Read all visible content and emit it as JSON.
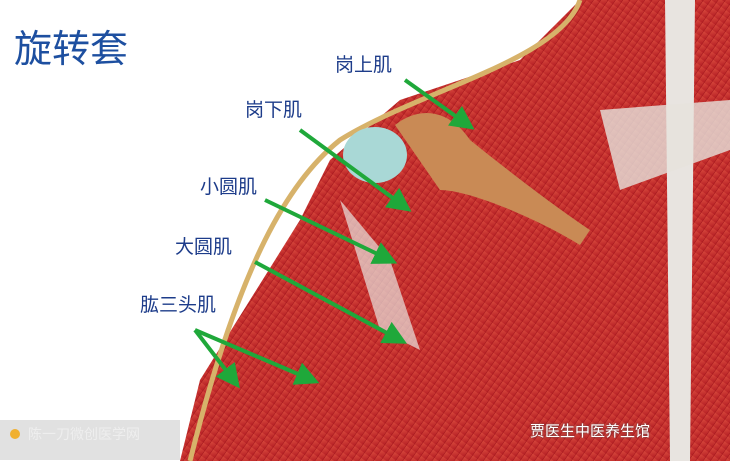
{
  "title": "旋转套",
  "labels": [
    {
      "text": "岗上肌"
    },
    {
      "text": "岗下肌"
    },
    {
      "text": "小圆肌"
    },
    {
      "text": "大圆肌"
    },
    {
      "text": "肱三头肌"
    }
  ],
  "watermark_left": "陈一刀微创医学网",
  "watermark_right": "贾医生中医养生馆",
  "colors": {
    "arrow": "#1fa83a",
    "label": "#1d3c8a",
    "muscle": "#c8262a"
  }
}
